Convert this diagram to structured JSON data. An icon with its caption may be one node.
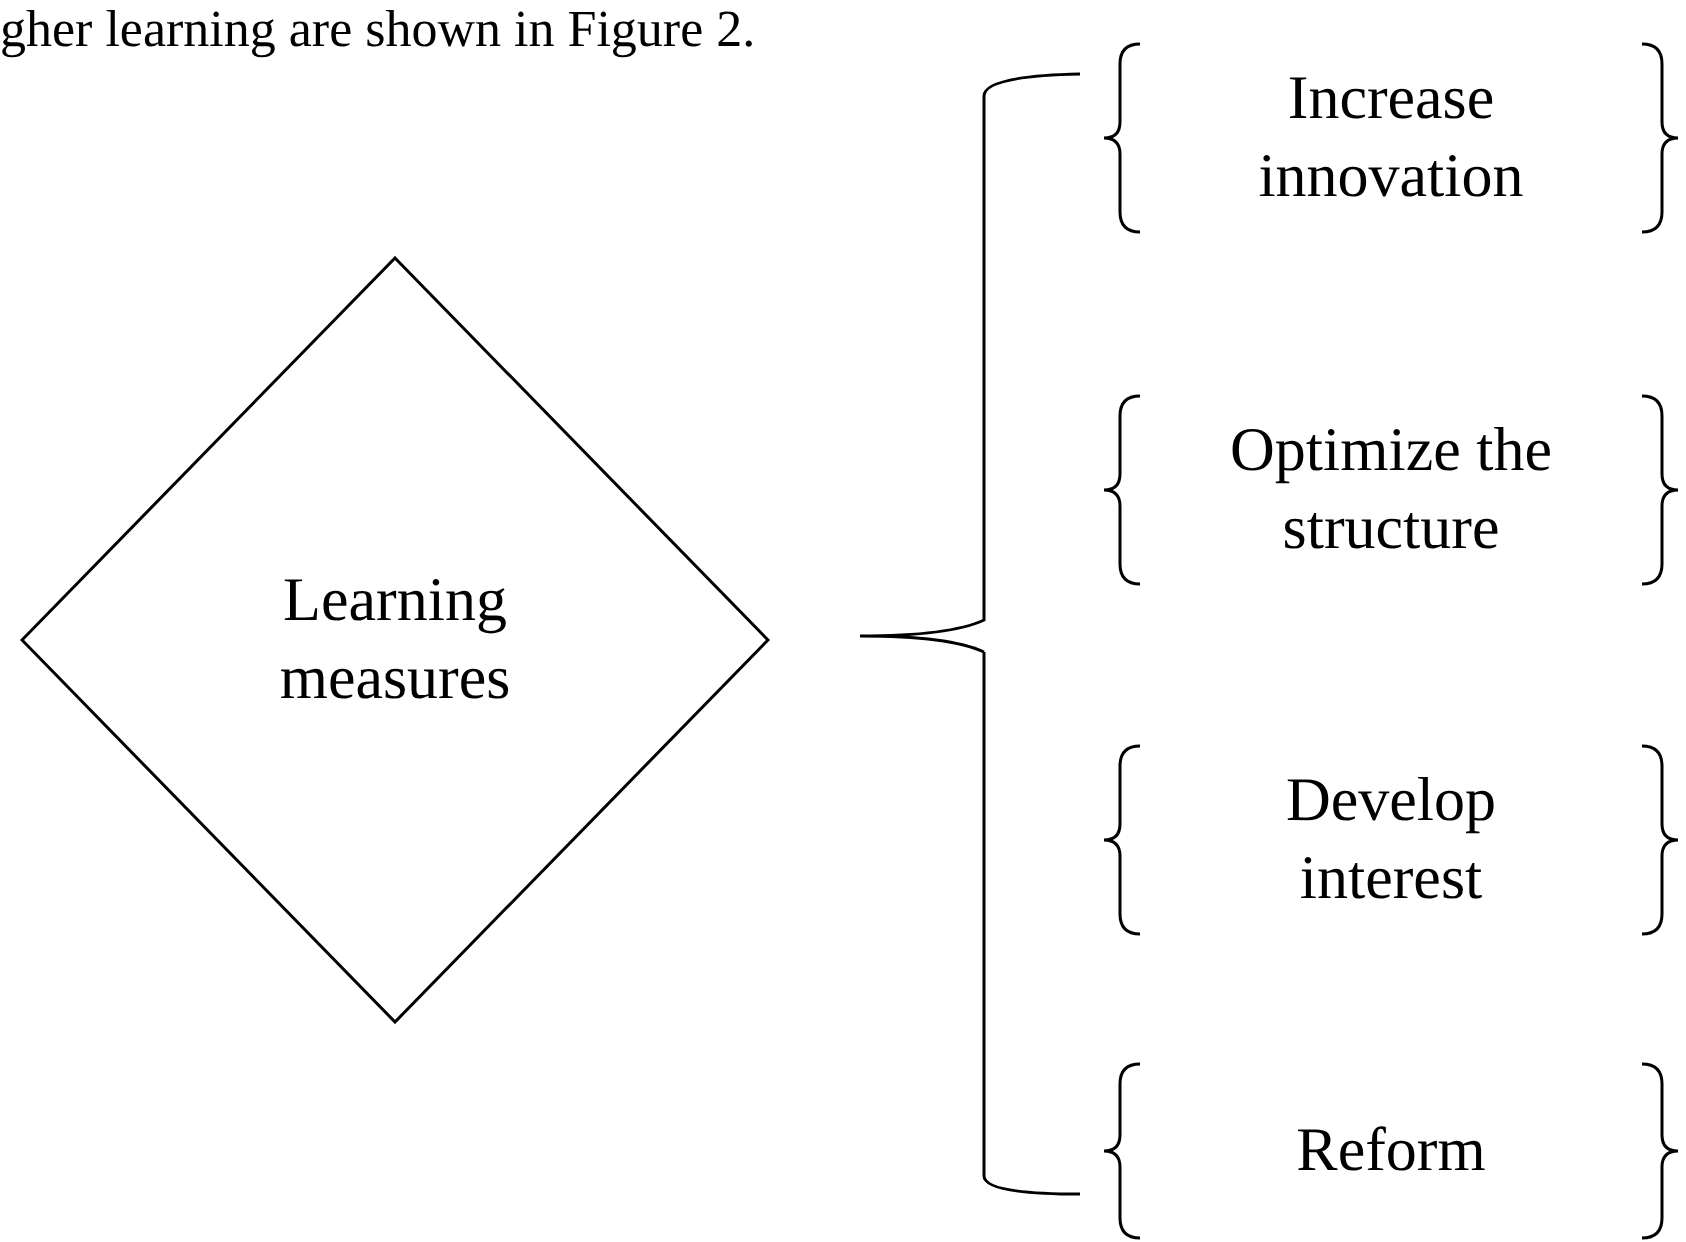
{
  "diagram": {
    "nodes": [
      {
        "text": [
          "Learning measures"
        ]
      },
      {
        "text": [
          "Increase innovation"
        ]
      },
      {
        "text": [
          "Optimize the structure"
        ]
      },
      {
        "text": [
          "Develop interest"
        ]
      },
      {
        "text": [
          "Reform"
        ]
      }
    ],
    "labels": [
      "gher learning are shown in Figure 2."
    ]
  }
}
